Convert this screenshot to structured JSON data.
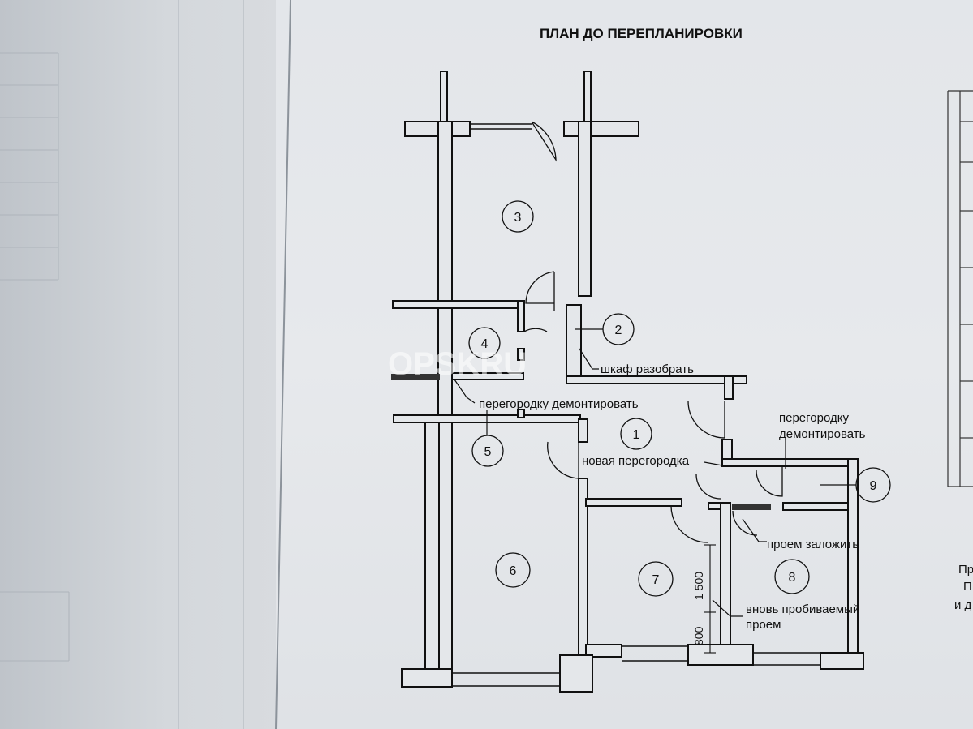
{
  "plan": {
    "title": "ПЛАН ДО ПЕРЕПЛАНИРОВКИ",
    "watermark": "OPSKRU"
  },
  "rooms": [
    "1",
    "2",
    "3",
    "4",
    "5",
    "6",
    "7",
    "8",
    "9"
  ],
  "annotations": {
    "wardrobe": "шкаф разобрать",
    "partition_remove_left": "перегородку демонтировать",
    "partition_remove_right_1": "перегородку",
    "partition_remove_right_2": "демонтировать",
    "new_partition": "новая перегородка",
    "opening_close": "проем заложить",
    "new_opening_1": "вновь пробиваемый",
    "new_opening_2": "проем"
  },
  "dimensions": {
    "d1": "1 500",
    "d2": "800"
  },
  "right_page_fragments": {
    "line1": "Пр",
    "line2": "П",
    "line3": "и д"
  }
}
